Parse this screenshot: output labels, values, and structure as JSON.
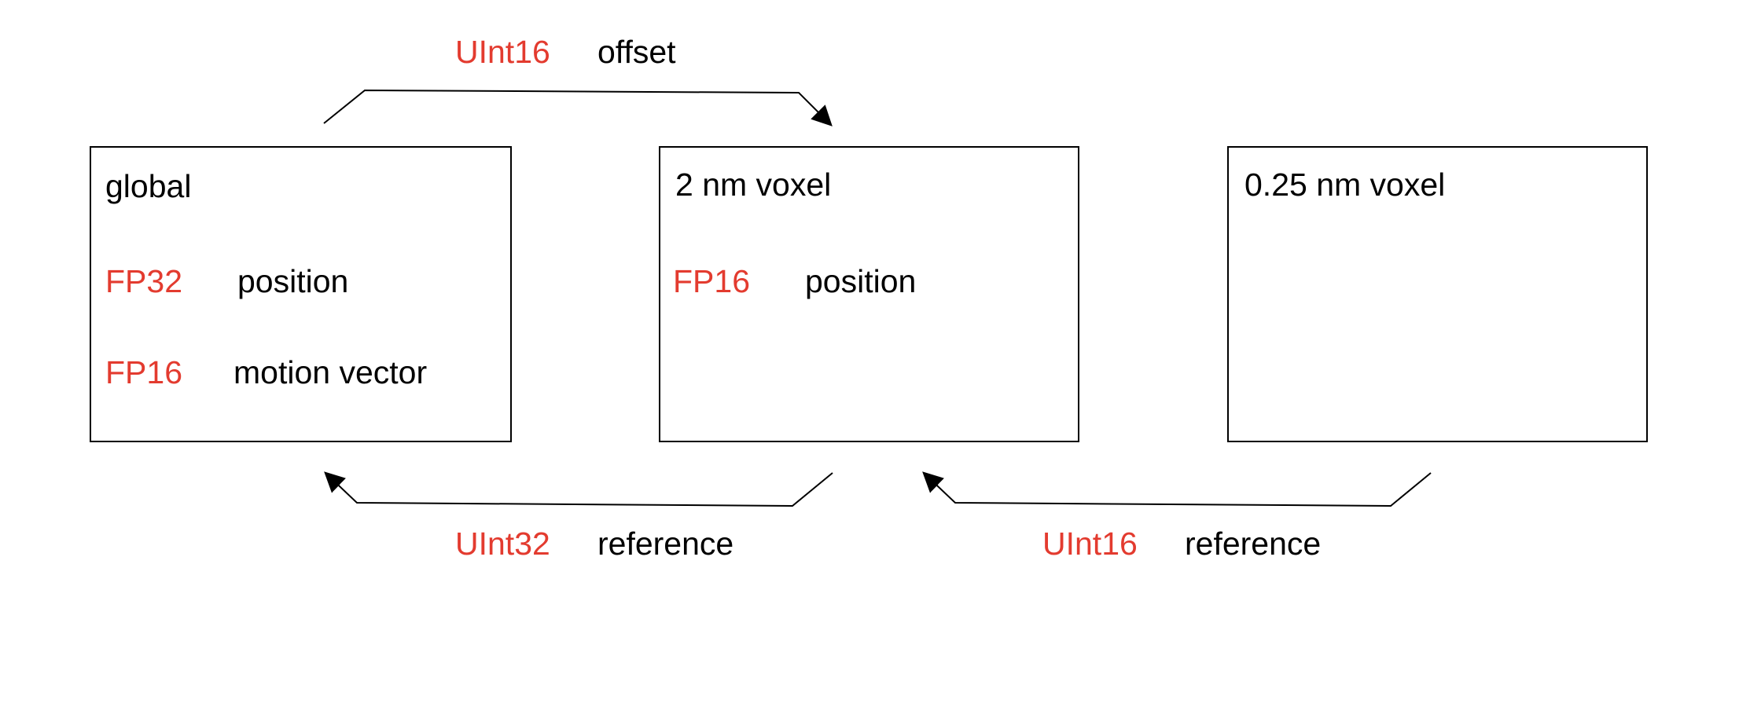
{
  "colors": {
    "type_label": "#e33b2f",
    "text": "#000000",
    "stroke": "#000000",
    "background": "#ffffff"
  },
  "boxes": [
    {
      "title": "global",
      "fields": [
        {
          "type": "FP32",
          "name": "position"
        },
        {
          "type": "FP16",
          "name": "motion vector"
        }
      ]
    },
    {
      "title": "2 nm voxel",
      "fields": [
        {
          "type": "FP16",
          "name": "position"
        }
      ]
    },
    {
      "title": "0.25 nm voxel",
      "fields": []
    }
  ],
  "connectors": [
    {
      "from": "global",
      "to": "2 nm voxel",
      "type": "UInt16",
      "name": "offset"
    },
    {
      "from": "2 nm voxel",
      "to": "global",
      "type": "UInt32",
      "name": "reference"
    },
    {
      "from": "0.25 nm voxel",
      "to": "2 nm voxel",
      "type": "UInt16",
      "name": "reference"
    }
  ]
}
